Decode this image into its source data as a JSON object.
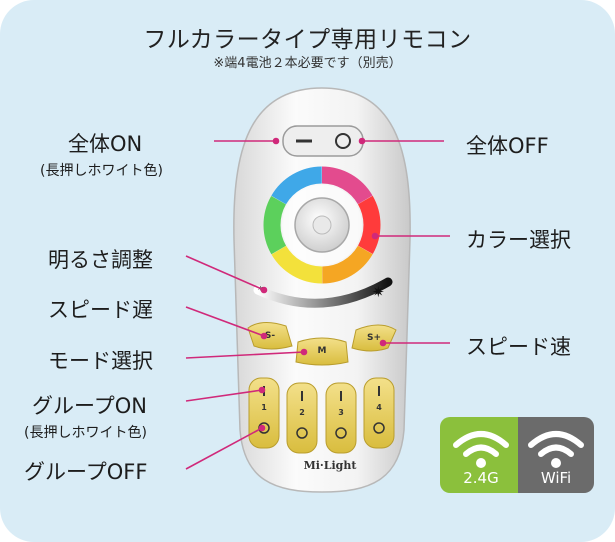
{
  "header": {
    "title": "フルカラータイプ専用リモコン",
    "subtitle": "※端4電池２本必要です（別売）"
  },
  "labels": {
    "all_on": "全体ON",
    "all_on_note": "(長押しホワイト色)",
    "all_off": "全体OFF",
    "color_select": "カラー選択",
    "brightness": "明るさ調整",
    "speed_down": "スピード遅",
    "mode_select": "モード選択",
    "speed_up": "スピード速",
    "group_on": "グループON",
    "group_on_note": "(長押しホワイト色)",
    "group_off": "グループOFF"
  },
  "remote": {
    "brand": "Mi·Light",
    "btn_speed_down": "S-",
    "btn_mode": "M",
    "btn_speed_up": "S+",
    "group_numbers": [
      "1",
      "2",
      "3",
      "4"
    ]
  },
  "badges": {
    "band": "2.4G",
    "wifi": "WiFi"
  },
  "colors": {
    "background": "#d9ecf6",
    "leader_line": "#d0297a",
    "button_yellow": "#e8d36a",
    "badge_green": "#8bc03c",
    "badge_gray": "#6b6b6b"
  }
}
